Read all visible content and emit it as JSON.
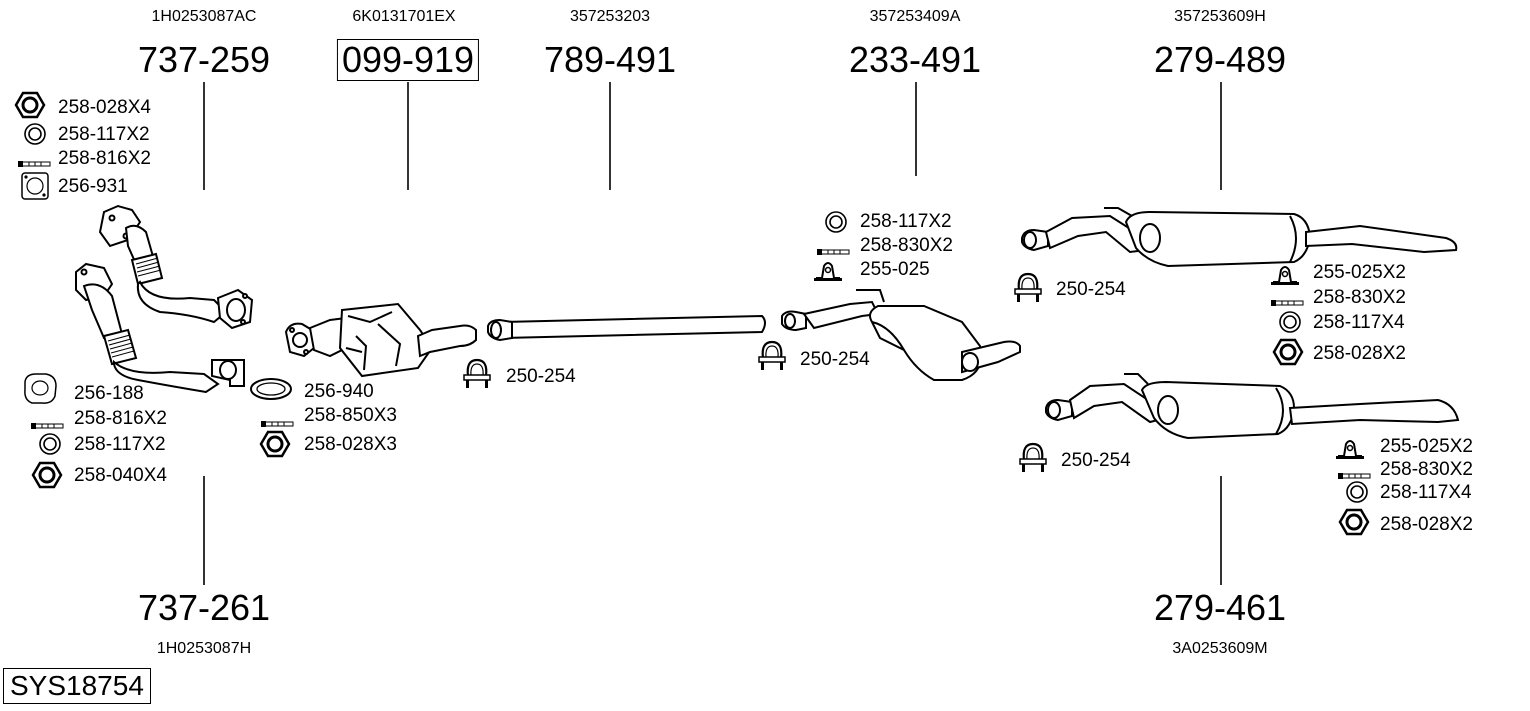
{
  "system_id": "SYS18754",
  "parts": [
    {
      "id": "p737259",
      "pn": "737-259",
      "oem": "1H0253087AC",
      "boxed": false
    },
    {
      "id": "p099919",
      "pn": "099-919",
      "oem": "6K0131701EX",
      "boxed": true
    },
    {
      "id": "p789491",
      "pn": "789-491",
      "oem": "357253203",
      "boxed": false
    },
    {
      "id": "p233491",
      "pn": "233-491",
      "oem": "357253409A",
      "boxed": false
    },
    {
      "id": "p279489",
      "pn": "279-489",
      "oem": "357253609H",
      "boxed": false
    },
    {
      "id": "p737261",
      "pn": "737-261",
      "oem": "1H0253087H",
      "boxed": false
    },
    {
      "id": "p279461",
      "pn": "279-461",
      "oem": "3A0253609M",
      "boxed": false
    }
  ],
  "accessories": {
    "g1": [
      "258-028X4",
      "258-117X2",
      "258-816X2",
      "256-931"
    ],
    "g2": [
      "256-188",
      "258-816X2",
      "258-117X2",
      "258-040X4"
    ],
    "g3": [
      "256-940",
      "258-850X3",
      "258-028X3"
    ],
    "g4": [
      "250-254"
    ],
    "g5": [
      "258-117X2",
      "258-830X2",
      "255-025"
    ],
    "g6": [
      "250-254"
    ],
    "g7": [
      "250-254"
    ],
    "g8": [
      "255-025X2",
      "258-830X2",
      "258-117X4",
      "258-028X2"
    ],
    "g9": [
      "250-254"
    ],
    "g10": [
      "255-025X2",
      "258-830X2",
      "258-117X4",
      "258-028X2"
    ]
  }
}
